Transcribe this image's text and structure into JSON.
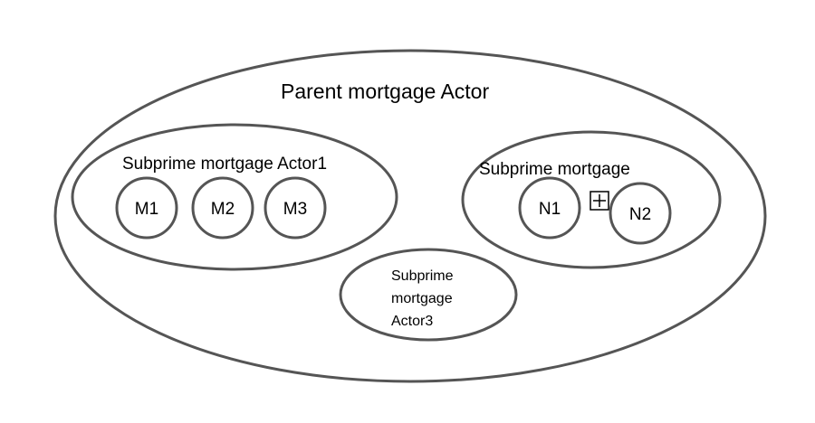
{
  "parent_actor": {
    "label": "Parent mortgage Actor"
  },
  "actor1": {
    "label": "Subprime mortgage Actor1",
    "members": [
      "M1",
      "M2",
      "M3"
    ]
  },
  "actor2": {
    "label": "Subprime mortgage",
    "members": [
      "N1",
      "N2"
    ],
    "expand_icon": "plus-square-icon"
  },
  "actor3": {
    "label_lines": [
      "Subprime",
      "mortgage",
      "Actor3"
    ]
  },
  "colors": {
    "outline": "#555555",
    "text": "#000000",
    "background": "#ffffff"
  }
}
